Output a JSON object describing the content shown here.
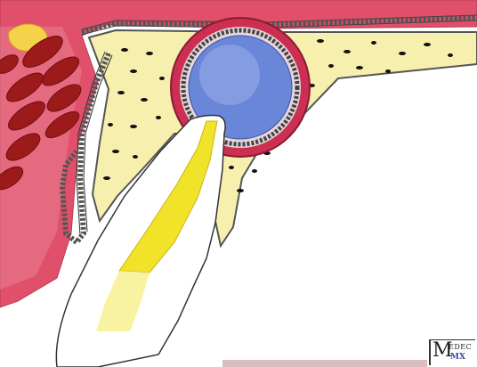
{
  "logo": {
    "main_letter": "M",
    "small_text": "EDEC",
    "small_text2": "MX"
  },
  "colors": {
    "soft_tissue": "#e0506a",
    "bone": "#f6efad",
    "cyst_fill": "#6a86d8",
    "cyst_lining": "#cc2f52",
    "blood_vessel": "#9c1a1a",
    "root_canal_filling": "#f1e22a",
    "epithelium": "#555555",
    "bone_marrow_dots": "#111111"
  }
}
